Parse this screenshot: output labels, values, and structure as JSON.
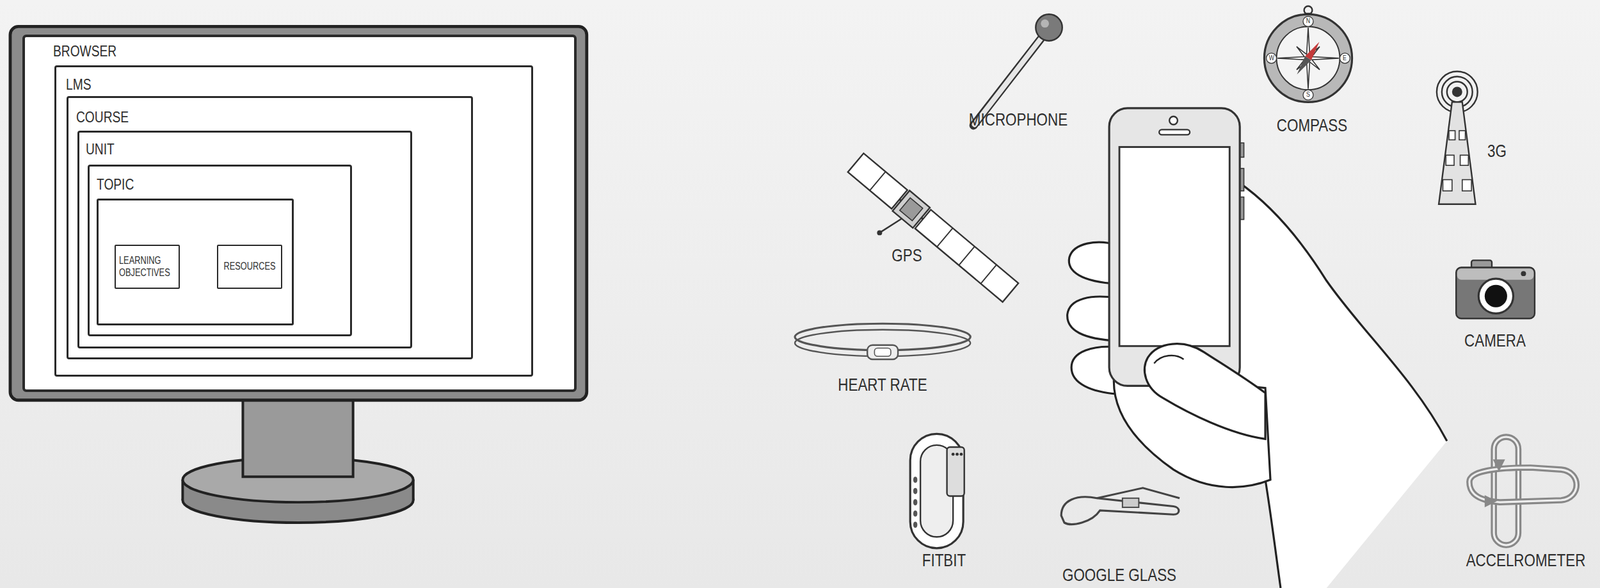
{
  "diagram": {
    "nodes": [
      {
        "text": [
          "BROWSER"
        ]
      },
      {
        "text": [
          "LMS"
        ],
        "in": 0
      },
      {
        "text": [
          "COURSE"
        ],
        "in": 1
      },
      {
        "text": [
          "UNIT"
        ],
        "in": 2
      },
      {
        "text": [
          "TOPIC"
        ],
        "in": 3
      },
      {
        "text": [
          "LEARNING OBJECTIVES"
        ],
        "in": 4
      },
      {
        "text": [
          "RESOURCES"
        ],
        "in": 4
      }
    ],
    "labels": [
      "MICROPHONE",
      "COMPASS",
      "N",
      "E",
      "S",
      "W",
      "3G",
      "GPS",
      "CAMERA",
      "HEART RATE",
      "ACCELROMETER",
      "FITBIT",
      "GOOGLE GLASS"
    ]
  }
}
